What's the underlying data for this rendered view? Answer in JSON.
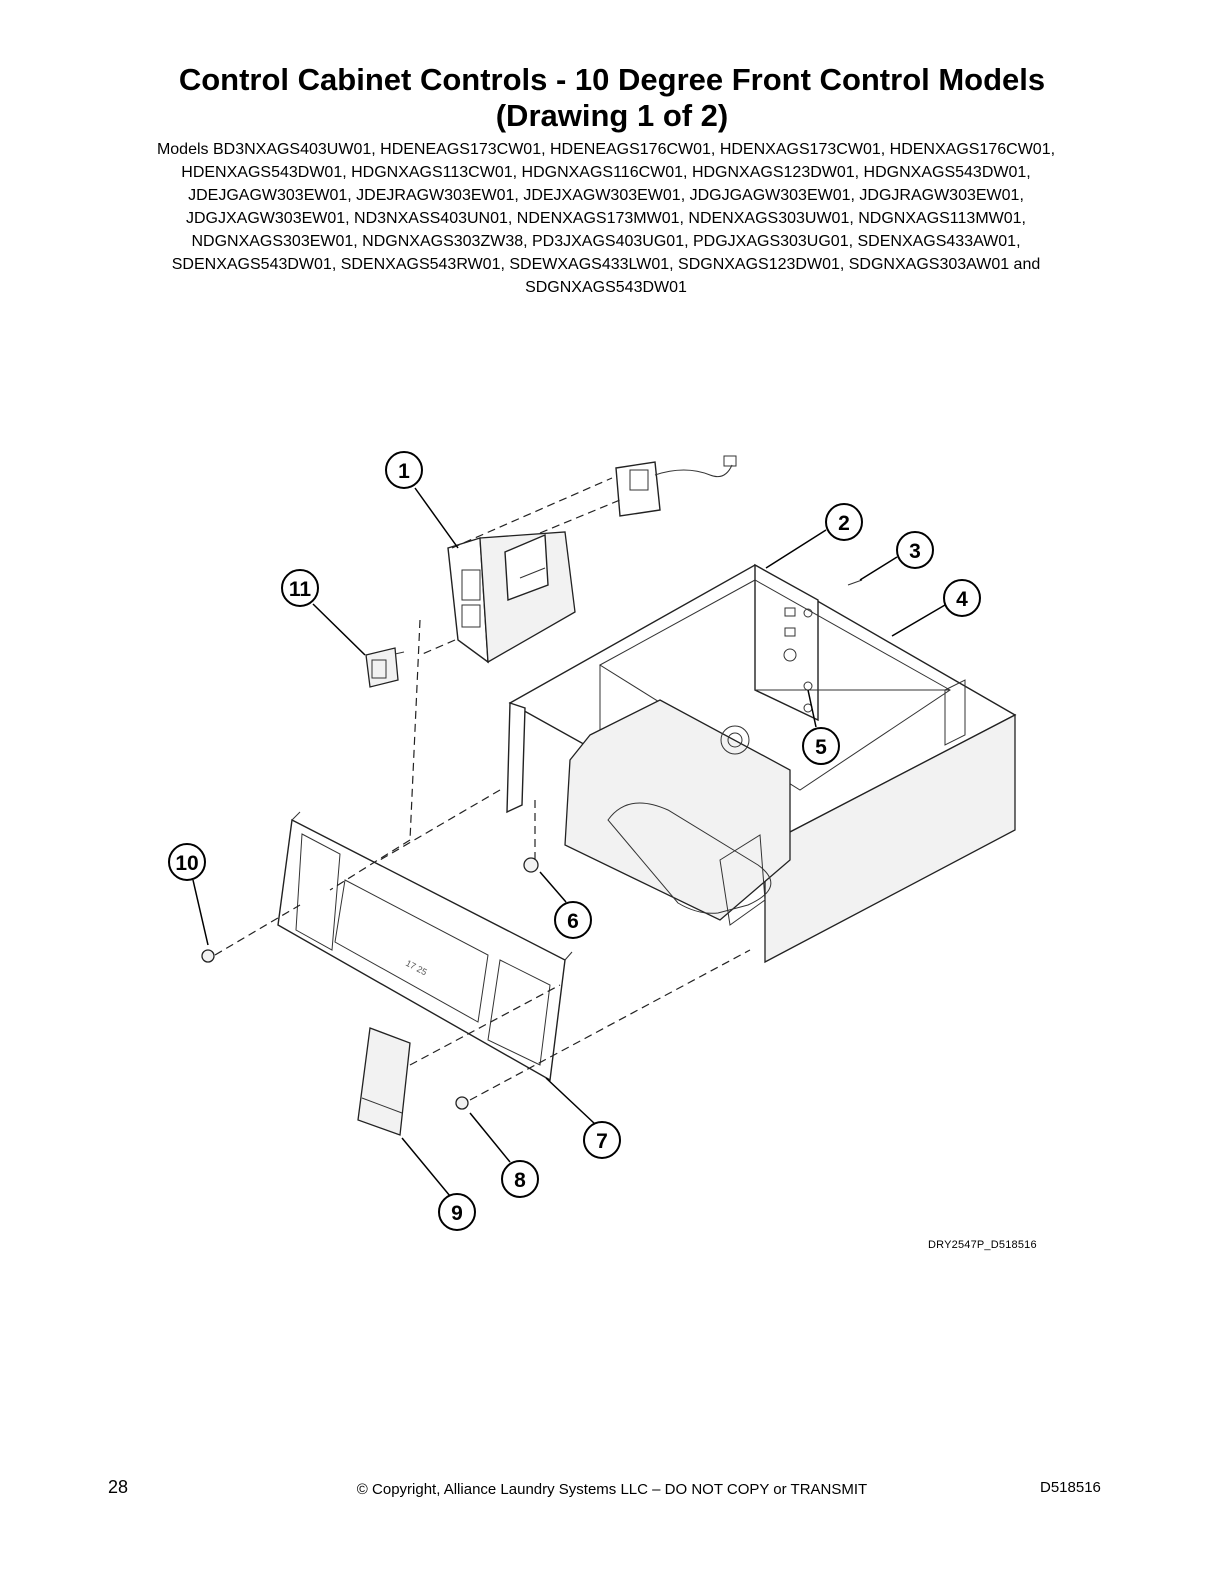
{
  "header": {
    "title_line1": "Control Cabinet Controls - 10 Degree Front Control Models",
    "title_line2": "(Drawing 1 of 2)",
    "models_lines": [
      "Models BD3NXAGS403UW01, HDENEAGS173CW01, HDENEAGS176CW01, HDENXAGS173CW01, HDENXAGS176CW01,",
      "HDENXAGS543DW01, HDGNXAGS113CW01, HDGNXAGS116CW01, HDGNXAGS123DW01, HDGNXAGS543DW01,",
      "JDEJGAGW303EW01, JDEJRAGW303EW01, JDEJXAGW303EW01, JDGJGAGW303EW01, JDGJRAGW303EW01,",
      "JDGJXAGW303EW01, ND3NXASS403UN01, NDENXAGS173MW01, NDENXAGS303UW01, NDGNXAGS113MW01,",
      "NDGNXAGS303EW01, NDGNXAGS303ZW38, PD3JXAGS403UG01, PDGJXAGS303UG01, SDENXAGS433AW01,",
      "SDENXAGS543DW01, SDENXAGS543RW01, SDEWXAGS433LW01, SDGNXAGS123DW01, SDGNXAGS303AW01 and",
      "SDGNXAGS543DW01"
    ]
  },
  "drawing": {
    "callouts": [
      "1",
      "2",
      "3",
      "4",
      "5",
      "6",
      "7",
      "8",
      "9",
      "10",
      "11"
    ],
    "drawing_id": "DRY2547P_D518516",
    "panel_marking": "17 25"
  },
  "footer": {
    "page_number": "28",
    "copyright": "© Copyright, Alliance Laundry Systems LLC – DO NOT COPY or TRANSMIT",
    "document_number": "D518516"
  }
}
